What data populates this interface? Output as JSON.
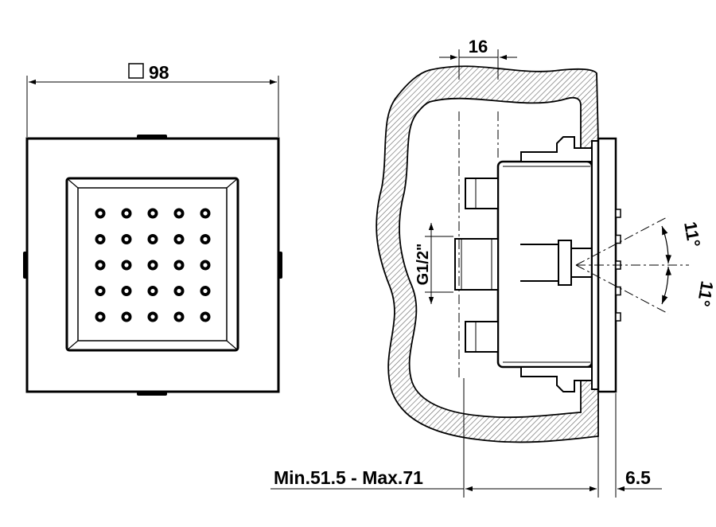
{
  "front_view": {
    "width_dim": "98",
    "square_symbol": "□",
    "nozzle_rows": 5,
    "nozzle_cols": 5
  },
  "side_view": {
    "dim_top": "16",
    "thread": "G1/2\"",
    "angle_upper": "11°",
    "angle_lower": "11°",
    "dim_bottom": "Min.51.5 - Max.71",
    "dim_right": "6.5"
  },
  "colors": {
    "line": "#000000",
    "hatch": "#6a6a6a",
    "background": "#ffffff"
  }
}
